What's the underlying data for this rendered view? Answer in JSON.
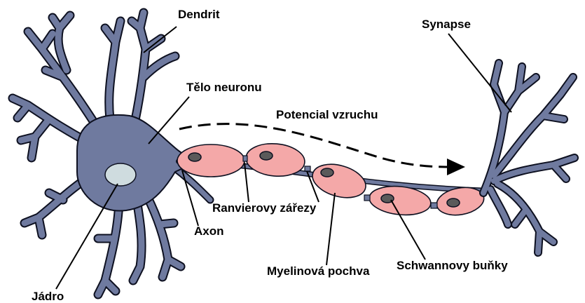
{
  "labels": {
    "dendrit": "Dendrit",
    "telo": "Tělo neuronu",
    "potencial": "Potencial vzruchu",
    "synapse": "Synapse",
    "axon": "Axon",
    "ranvier": "Ranvierovy zářezy",
    "myelin": "Myelinová pochva",
    "schwann": "Schwannovy buňky",
    "jadro": "Jádro"
  },
  "colors": {
    "neuron": "#6f7a9f",
    "outline": "#0d1020",
    "myelin": "#f4a8a8",
    "nucleus": "#cfdcdf",
    "schwann_nucleus": "#5a5a5a"
  }
}
